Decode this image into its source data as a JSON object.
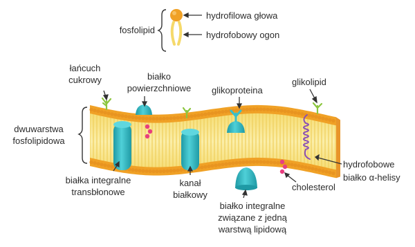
{
  "legend": {
    "title": "fosfolipid",
    "head": "hydrofilowa głowa",
    "tail": "hydrofobowy ogon"
  },
  "labels": {
    "sugar_chain": [
      "łańcuch",
      "cukrowy"
    ],
    "surface_protein": [
      "białko",
      "powierzchniowe"
    ],
    "glycoprotein": "glikoproteina",
    "glycolipid": "glikolipid",
    "bilayer": [
      "dwuwarstwa",
      "fosfolipidowa"
    ],
    "transmembrane": [
      "białka integralne",
      "transbłonowe"
    ],
    "channel": [
      "kanał",
      "białkowy"
    ],
    "monolayer_protein": [
      "białko integralne",
      "związane z jedną",
      "warstwą lipidową"
    ],
    "cholesterol": "cholesterol",
    "helix": [
      "hydrofobowe",
      "białko α-helisy"
    ]
  },
  "colors": {
    "head": "#f0a126",
    "head_dark": "#d88a16",
    "tail": "#f7e38c",
    "protein": "#38bfc9",
    "protein_dark": "#1f9aa5",
    "sugar": "#8cc63f",
    "cholesterol": "#e83e7f",
    "helix": "#8a4fb5"
  }
}
